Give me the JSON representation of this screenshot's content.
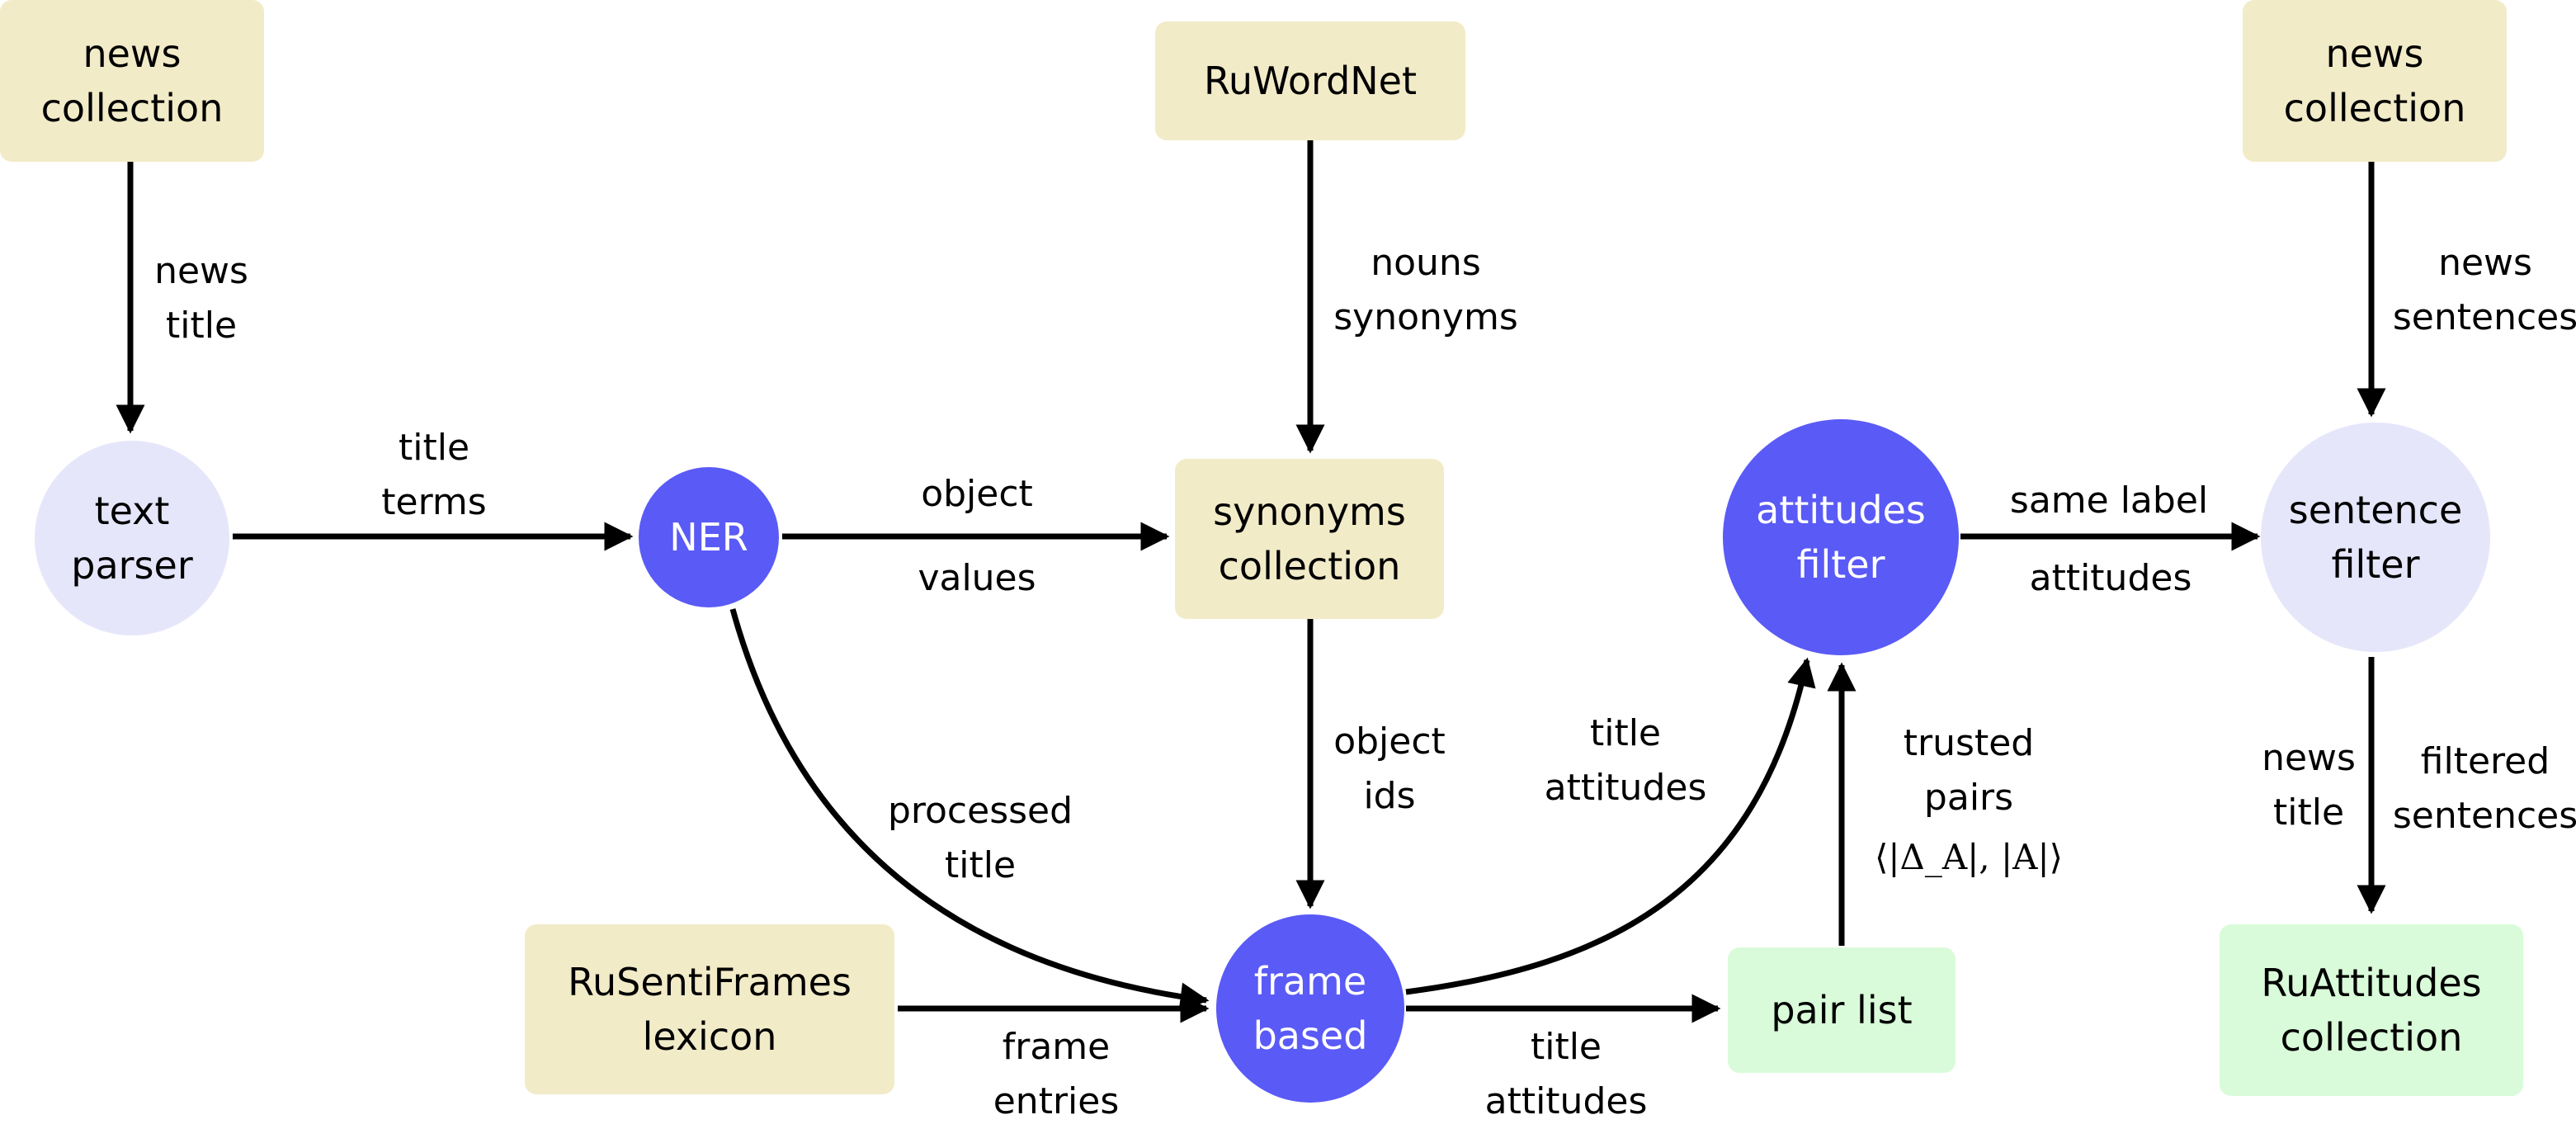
{
  "nodes": {
    "news_collection_left": {
      "label": "news\ncollection",
      "color": "#f2ebc8"
    },
    "ruwordnet": {
      "label": "RuWordNet",
      "color": "#f2ebc8"
    },
    "news_collection_right": {
      "label": "news\ncollection",
      "color": "#f2ebc8"
    },
    "text_parser": {
      "label": "text\nparser",
      "color": "#e6e6fb"
    },
    "ner": {
      "label": "NER",
      "color": "#5a5af6"
    },
    "synonyms_collection": {
      "label": "synonyms\ncollection",
      "color": "#f2ebc8"
    },
    "attitudes_filter": {
      "label": "attitudes\nfilter",
      "color": "#5a5af6"
    },
    "sentence_filter": {
      "label": "sentence\nfilter",
      "color": "#e6e6fb"
    },
    "rusentiframes_lexicon": {
      "label": "RuSentiFrames\nlexicon",
      "color": "#f2ebc8"
    },
    "frame_based": {
      "label": "frame\nbased",
      "color": "#5a5af6"
    },
    "pair_list": {
      "label": "pair list",
      "color": "#d9fbd9"
    },
    "ruattitudes_collection": {
      "label": "RuAttitudes\ncollection",
      "color": "#d9fbd9"
    }
  },
  "edges": {
    "news_title_left": "news\ntitle",
    "nouns_synonyms": "nouns\nsynonyms",
    "news_sentences": "news\nsentences",
    "title_terms": "title\nterms",
    "object_top": "object",
    "values_bottom": "values",
    "same_label": "same label",
    "attitudes_bottom": "attitudes",
    "object_ids": "object\nids",
    "processed_title": "processed\ntitle",
    "title_attitudes_upper": "title\nattitudes",
    "trusted_pairs": "trusted\npairs",
    "trusted_pairs_formula": "⟨|Δ_A|, |A|⟩",
    "news_title_right": "news\ntitle",
    "filtered_sentences": "filtered\nsentences",
    "frame_entries": "frame\nentries",
    "title_attitudes_lower": "title\nattitudes"
  }
}
